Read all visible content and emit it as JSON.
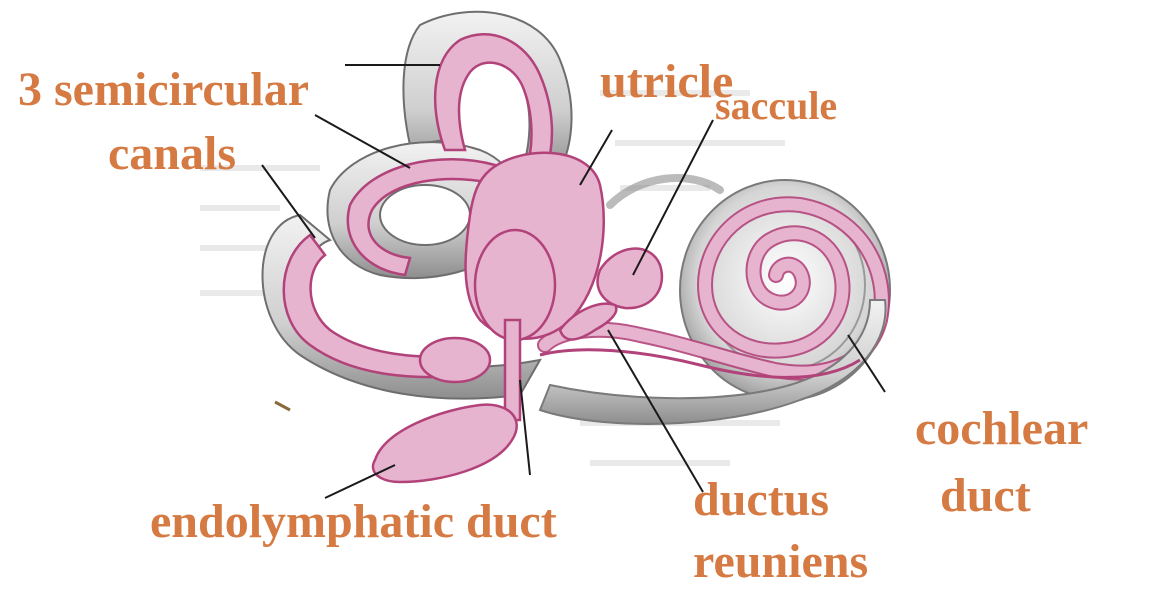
{
  "labels": {
    "semicircular_line1": "3 semicircular",
    "semicircular_line2": "canals",
    "utricle": "utricle",
    "saccule": "saccule",
    "cochlear_line1": "cochlear",
    "cochlear_line2": "duct",
    "endolymphatic": "endolymphatic duct",
    "ductus_line1": "ductus",
    "ductus_line2": "reuniens"
  },
  "colors": {
    "label": "#d67a43",
    "membrane": "#e6b4cf",
    "membrane_stroke": "#b2427a",
    "bone": "#cfcfcf",
    "bone_dark": "#8e8e8e",
    "leader": "#1a1a1a"
  }
}
